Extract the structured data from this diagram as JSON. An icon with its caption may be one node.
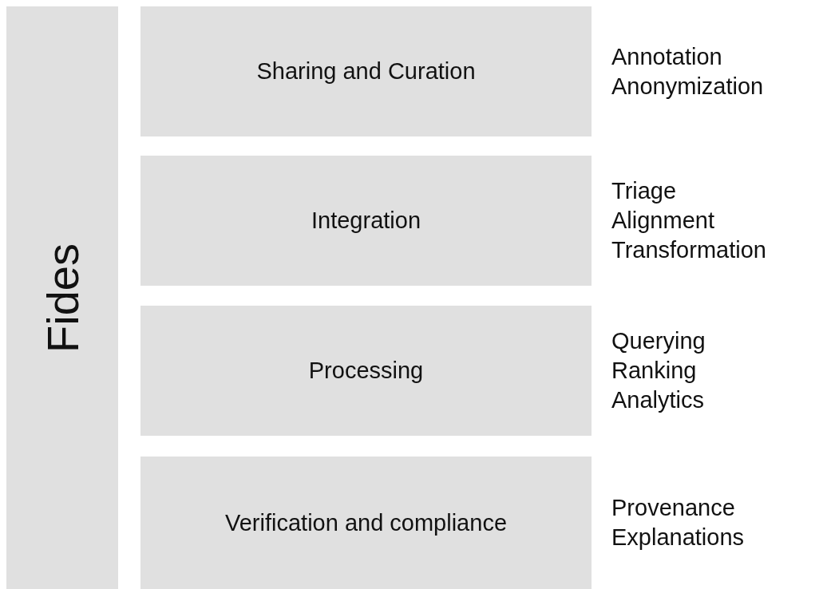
{
  "diagram": {
    "nodes": [
      {
        "text": [
          "Fides"
        ]
      },
      {
        "text": [
          "Sharing and Curation"
        ],
        "beside": [
          "Annotation",
          "Anonymization"
        ]
      },
      {
        "text": [
          "Integration"
        ],
        "beside": [
          "Triage",
          "Alignment",
          "Transformation"
        ]
      },
      {
        "text": [
          "Processing"
        ],
        "beside": [
          "Querying",
          "Ranking",
          "Analytics"
        ]
      },
      {
        "text": [
          "Verification and compliance"
        ],
        "beside": [
          "Provenance",
          "Explanations"
        ]
      }
    ]
  }
}
